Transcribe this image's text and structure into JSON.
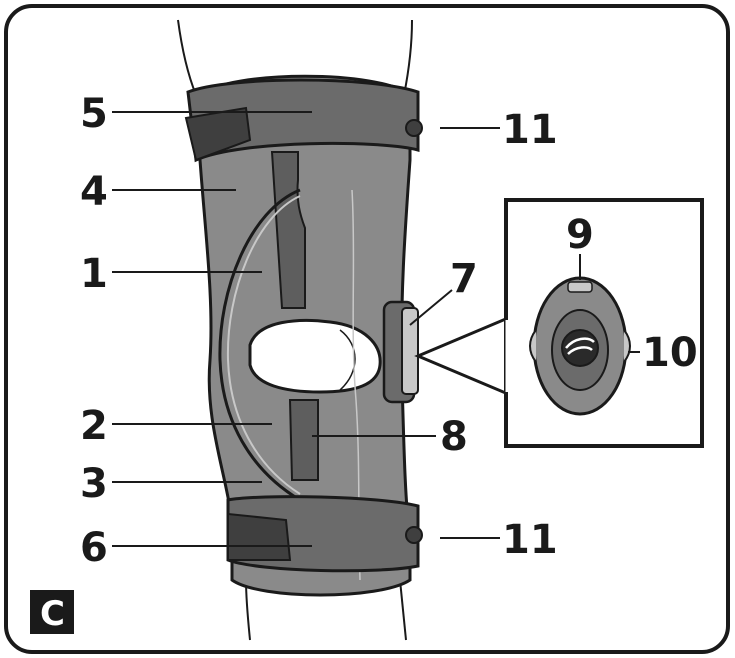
{
  "figure": {
    "panel_label": "C",
    "callouts": [
      {
        "id": "c1",
        "number": "1"
      },
      {
        "id": "c2",
        "number": "2"
      },
      {
        "id": "c3",
        "number": "3"
      },
      {
        "id": "c4",
        "number": "4"
      },
      {
        "id": "c5",
        "number": "5"
      },
      {
        "id": "c6",
        "number": "6"
      },
      {
        "id": "c7",
        "number": "7"
      },
      {
        "id": "c8",
        "number": "8"
      },
      {
        "id": "c9",
        "number": "9"
      },
      {
        "id": "c10",
        "number": "10"
      },
      {
        "id": "c11a",
        "number": "11"
      },
      {
        "id": "c11b",
        "number": "11"
      }
    ]
  },
  "colors": {
    "outline": "#1a1a1a",
    "brace_body": "#8a8a8a",
    "brace_dark": "#5e5e5e",
    "strap": "#6b6b6b",
    "accent_light": "#c8c8c8"
  }
}
